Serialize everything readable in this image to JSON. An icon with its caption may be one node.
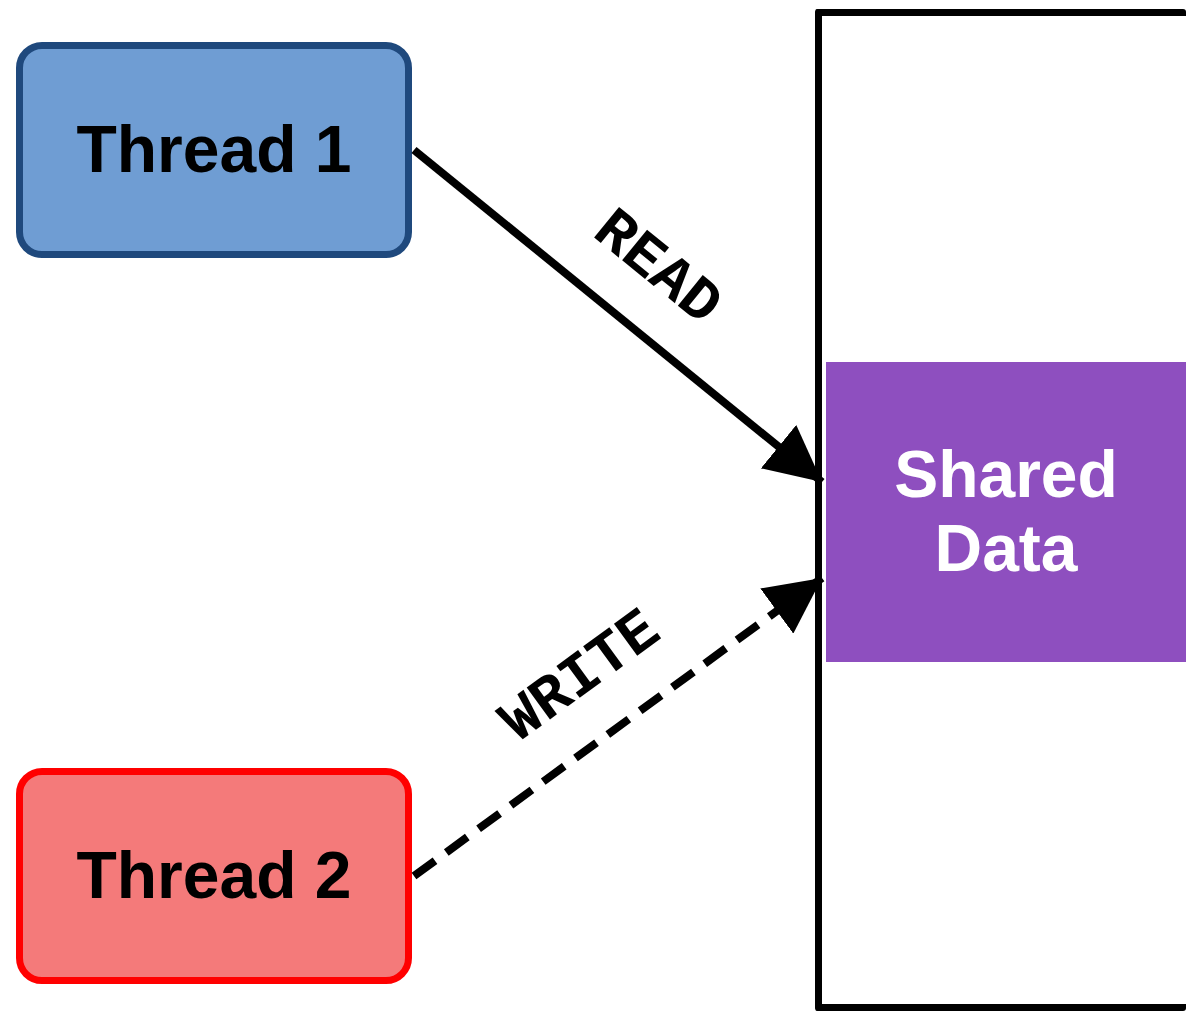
{
  "diagram": {
    "nodes": [
      {
        "text": [
          "Thread 1"
        ]
      },
      {
        "text": [
          "Thread 2"
        ]
      },
      {
        "text": [],
        "shape": "box"
      },
      {
        "text": [
          "Shared Data"
        ],
        "in": 2
      }
    ],
    "edges": [
      {
        "from": 0,
        "to": 3,
        "label": "READ",
        "arrow": "to"
      },
      {
        "from": 1,
        "to": 3,
        "label": "WRITE",
        "arrow": "to",
        "style": "dashed"
      }
    ]
  }
}
